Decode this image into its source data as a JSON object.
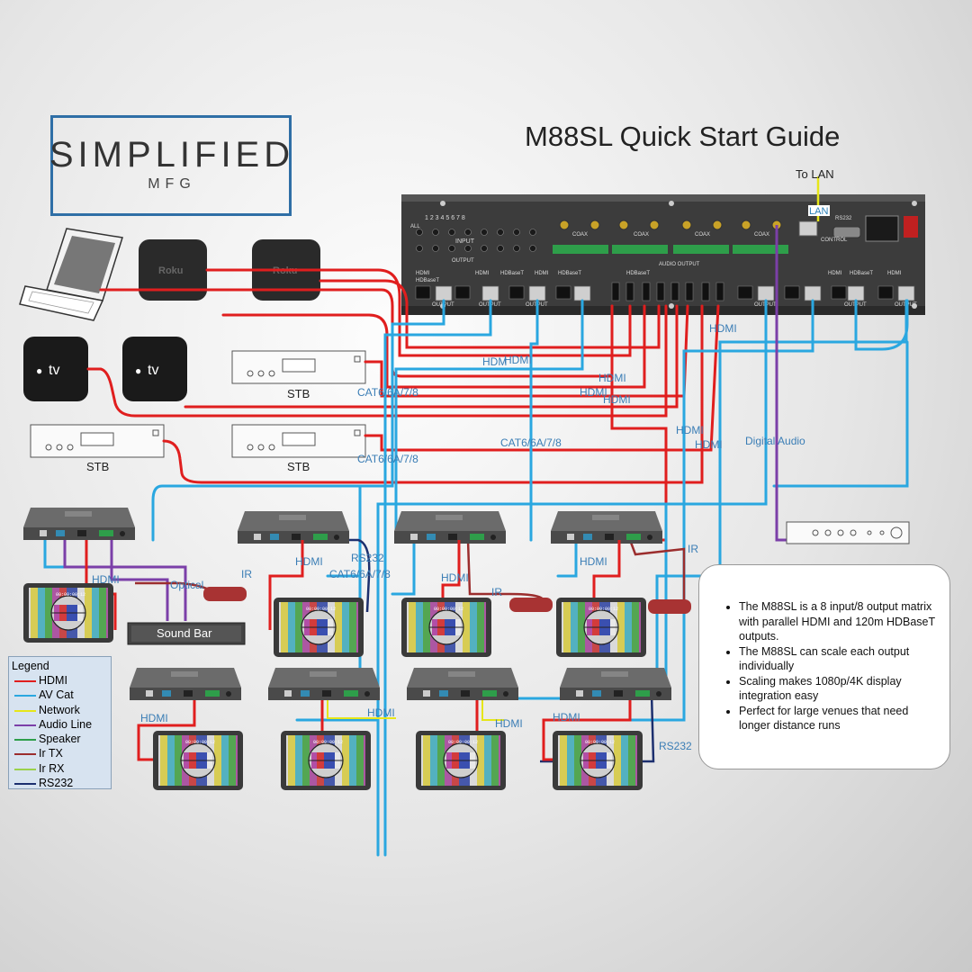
{
  "brand": {
    "name": "SIMPLIFIED",
    "sub": "MFG"
  },
  "title": "M88SL Quick Start Guide",
  "colors": {
    "hdmi": "#e01e1e",
    "av_cat": "#2aa7e0",
    "network": "#e6e619",
    "audio_line": "#7b3fa8",
    "speaker": "#2e9e4a",
    "ir_tx": "#9b2d2d",
    "ir_rx": "#9bd14b",
    "rs232": "#1c2f6e"
  },
  "matrix": {
    "to_lan": "To LAN",
    "lan": "LAN",
    "rs232": "RS232",
    "control": "CONTROL",
    "input": "INPUT",
    "output": "OUTPUT",
    "output_port": "OUTPUT",
    "audio_output": "AUDIO OUTPUT",
    "coax": "COAX",
    "all": "ALL",
    "hdmi": "HDMI",
    "hdbaset": "HDBaseT",
    "input_numbers": [
      "1",
      "2",
      "3",
      "4",
      "5",
      "6",
      "7",
      "8"
    ],
    "port_numbers": [
      "1",
      "2",
      "3",
      "4",
      "5",
      "6",
      "7",
      "8"
    ]
  },
  "devices": {
    "roku": "Roku",
    "apple_tv": "tv",
    "stb": "STB"
  },
  "cable_labels": {
    "hdmi": "HDMI",
    "hdm": "HDM",
    "cat": "CAT6/6A/7/8",
    "digital_audio": "Digital Audio",
    "rs232": "RS232",
    "ir": "IR",
    "optical": "Optical"
  },
  "screen_time": "00:00:00:12",
  "sound_bar": "Sound Bar",
  "info": [
    "The M88SL is a 8 input/8 output matrix with parallel HDMI and 120m HDBaseT outputs.",
    "The M88SL can scale each output individually",
    "Scaling makes 1080p/4K display integration easy",
    "Perfect for large venues that need longer distance runs"
  ],
  "legend": {
    "title": "Legend",
    "items": [
      {
        "label": "HDMI",
        "color": "#e01e1e"
      },
      {
        "label": "AV Cat",
        "color": "#2aa7e0"
      },
      {
        "label": "Network",
        "color": "#e6e619"
      },
      {
        "label": "Audio Line",
        "color": "#7b3fa8"
      },
      {
        "label": "Speaker",
        "color": "#2e9e4a"
      },
      {
        "label": "Ir TX",
        "color": "#9b2d2d"
      },
      {
        "label": "Ir RX",
        "color": "#9bd14b"
      },
      {
        "label": "RS232",
        "color": "#1c2f6e"
      }
    ]
  }
}
